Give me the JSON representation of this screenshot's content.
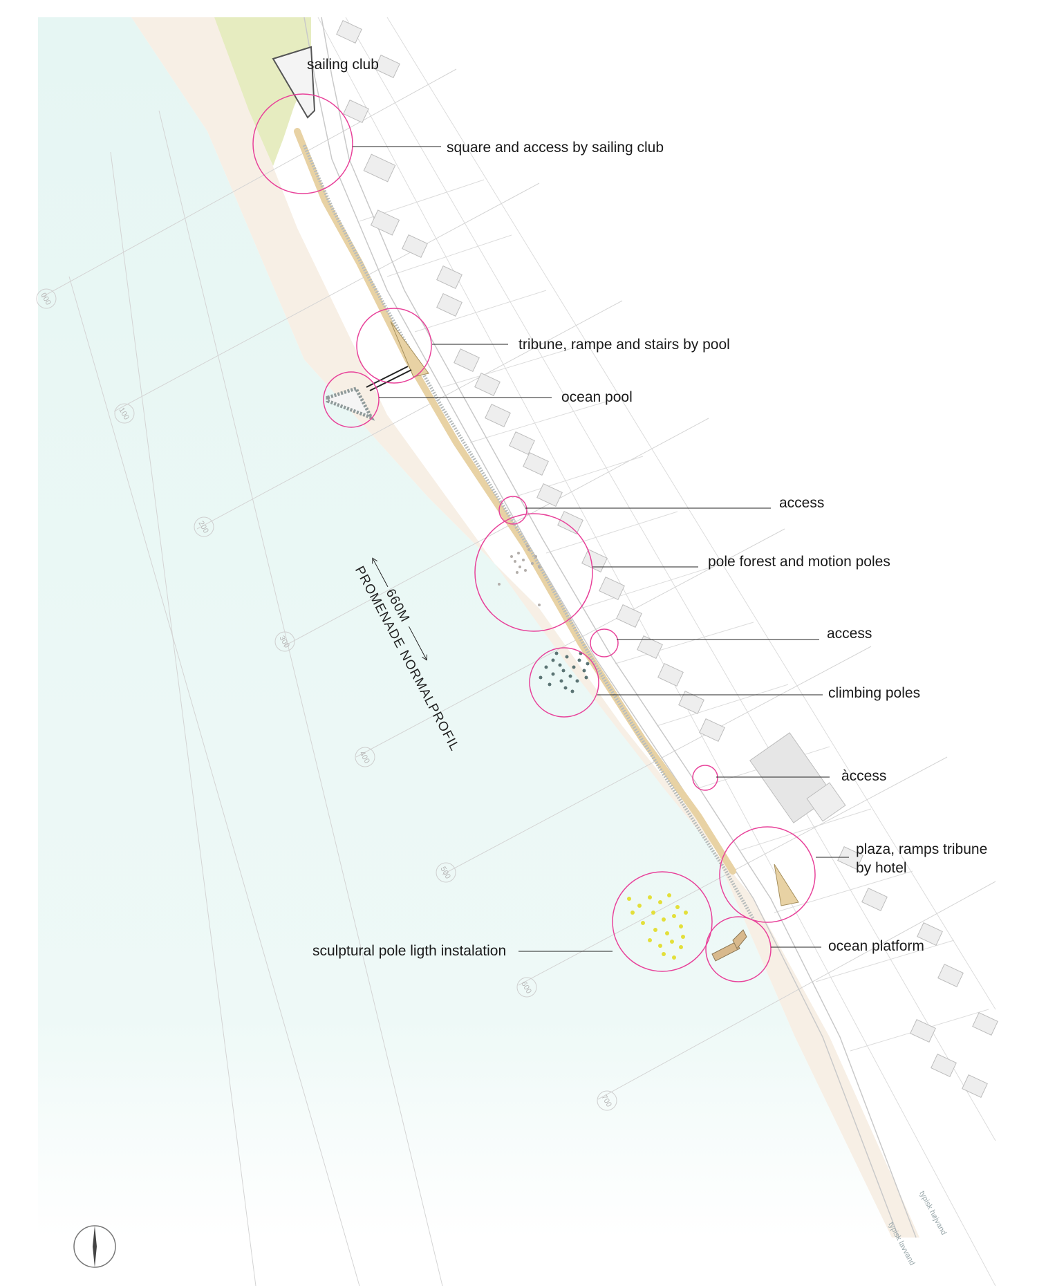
{
  "colors": {
    "ocean": "#e6f6f3",
    "beach": "#f7efe5",
    "park": "#e6ecc0",
    "promenade": "#e8d2a4",
    "circle": "#e8429a",
    "leader": "#222222",
    "building": "#eeeeee",
    "pole_light": "#e3df3a",
    "climbing_pole": "#5b7474"
  },
  "annotations": [
    {
      "id": "sailing-club",
      "text": "sailing club"
    },
    {
      "id": "square-access",
      "text": "square and access by sailing club"
    },
    {
      "id": "tribune-pool",
      "text": "tribune, rampe and stairs by pool"
    },
    {
      "id": "ocean-pool",
      "text": "ocean pool"
    },
    {
      "id": "access-1",
      "text": "access"
    },
    {
      "id": "pole-forest",
      "text": "pole forest and  motion poles"
    },
    {
      "id": "access-2",
      "text": "access"
    },
    {
      "id": "climbing-poles",
      "text": "climbing poles"
    },
    {
      "id": "access-3",
      "text": "àccess"
    },
    {
      "id": "plaza-hotel-1",
      "text": "plaza, ramps tribune"
    },
    {
      "id": "plaza-hotel-2",
      "text": "by hotel"
    },
    {
      "id": "ocean-platform",
      "text": "ocean platform"
    },
    {
      "id": "sculptural-light",
      "text": "sculptural pole ligth instalation"
    }
  ],
  "promenade_label": {
    "length": "660M",
    "name": "PROMENADE  NORMALPROFIL"
  },
  "chainage": [
    "000",
    "100",
    "200",
    "300",
    "400",
    "500",
    "600",
    "700"
  ],
  "waterlines": [
    "typisk højvand",
    "typisk lavvand"
  ],
  "compass": {
    "icon": "north-arrow-icon"
  }
}
